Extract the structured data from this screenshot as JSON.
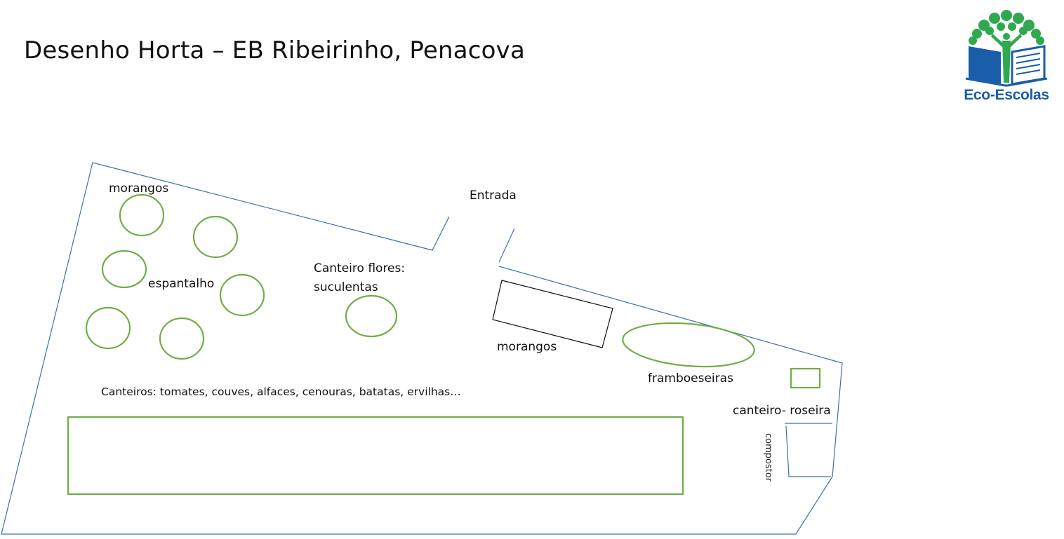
{
  "title": "Desenho Horta – EB Ribeirinho, Penacova",
  "logo": {
    "text": "Eco-Escolas",
    "icon": "eco-escolas-tree-book-icon"
  },
  "colors": {
    "outline": "#3d6fb0",
    "bed_green": "#70ad47",
    "black": "#111111",
    "logo_blue": "#1a5da8",
    "logo_green": "#2fa84f"
  },
  "labels": {
    "morangos_top": "morangos",
    "entrada": "Entrada",
    "espantalho": "espantalho",
    "canteiro_flores_1": "Canteiro flores:",
    "canteiro_flores_2": "suculentas",
    "morangos_bed": "morangos",
    "framboeseiras": "framboeseiras",
    "canteiros": "Canteiros: tomates, couves, alfaces, cenouras, batatas, ervilhas…",
    "canteiro_roseira": "canteiro- roseira",
    "vertical_text": "compostor"
  }
}
